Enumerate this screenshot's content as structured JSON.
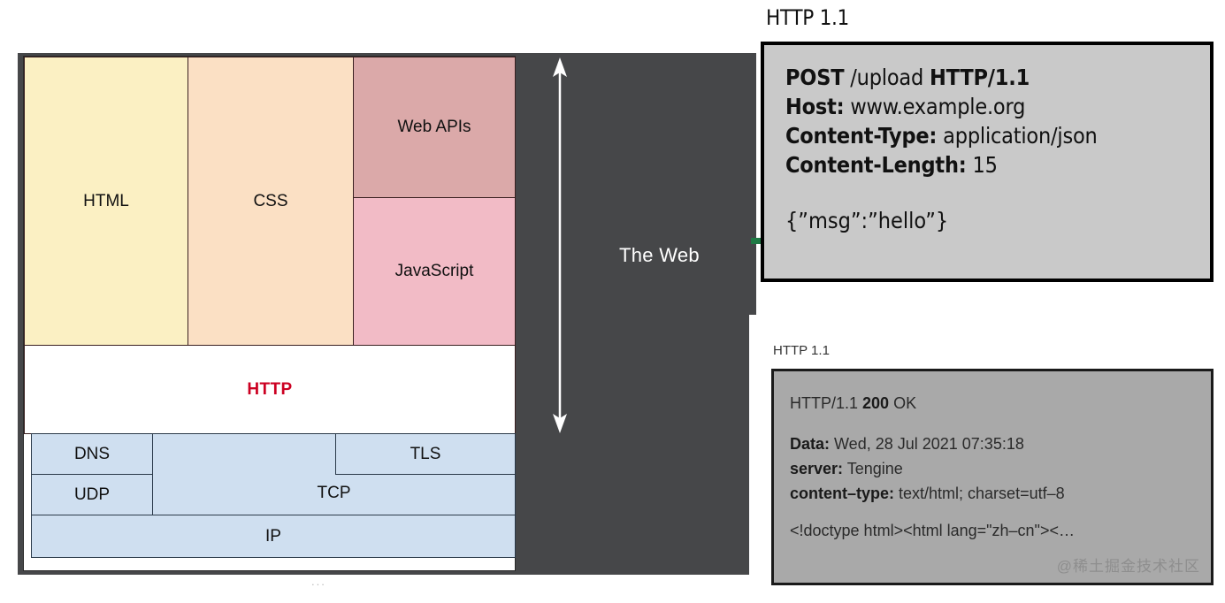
{
  "web_panel": {
    "label": "The Web",
    "bg_color": "#464749",
    "arrow": "double-headed-vertical-arrow",
    "arrow_color": "#ffffff"
  },
  "stack": {
    "ellipsis": "...",
    "layers": [
      {
        "name": "HTML",
        "label": "HTML",
        "color": "#fbf0c3"
      },
      {
        "name": "CSS",
        "label": "CSS",
        "color": "#fbe0c4"
      },
      {
        "name": "Web APIs",
        "label": "Web APIs",
        "color": "#dba9a9"
      },
      {
        "name": "JavaScript",
        "label": "JavaScript",
        "color": "#f2bbc6"
      },
      {
        "name": "HTTP",
        "label": "HTTP",
        "color": "#ffffff",
        "text_color": "#cc0022"
      },
      {
        "name": "DNS",
        "label": "DNS",
        "color": "#cfdff0"
      },
      {
        "name": "UDP",
        "label": "UDP",
        "color": "#cfdff0"
      },
      {
        "name": "TLS",
        "label": "TLS",
        "color": "#cfdff0"
      },
      {
        "name": "TCP",
        "label": "TCP",
        "color": "#cfdff0"
      },
      {
        "name": "IP",
        "label": "IP",
        "color": "#cfdff0"
      }
    ]
  },
  "request": {
    "caption": "HTTP 1.1",
    "start_line": {
      "method": "POST",
      "path": " /upload ",
      "version": "HTTP/1.1"
    },
    "headers": [
      {
        "name": "Host:",
        "value": " www.example.org"
      },
      {
        "name": "Content-Type:",
        "value": " application/json"
      },
      {
        "name": "Content-Length:",
        "value": " 15"
      }
    ],
    "body": "{”msg”:”hello”}",
    "box_bg": "#c9c9c9",
    "marker_color": "#1f7a45"
  },
  "response": {
    "caption": "HTTP 1.1",
    "status_line": {
      "version": "HTTP/1.1 ",
      "code": "200",
      "reason": " OK"
    },
    "headers": [
      {
        "name": "Data:",
        "value": " Wed, 28 Jul 2021 07:35:18"
      },
      {
        "name": "server:",
        "value": " Tengine"
      },
      {
        "name": "content–type:",
        "value": " text/html; charset=utf–8"
      }
    ],
    "body": "<!doctype html><html lang=\"zh–cn\"><…",
    "watermark": "@稀土掘金技术社区",
    "box_bg": "#a9a9a9"
  }
}
